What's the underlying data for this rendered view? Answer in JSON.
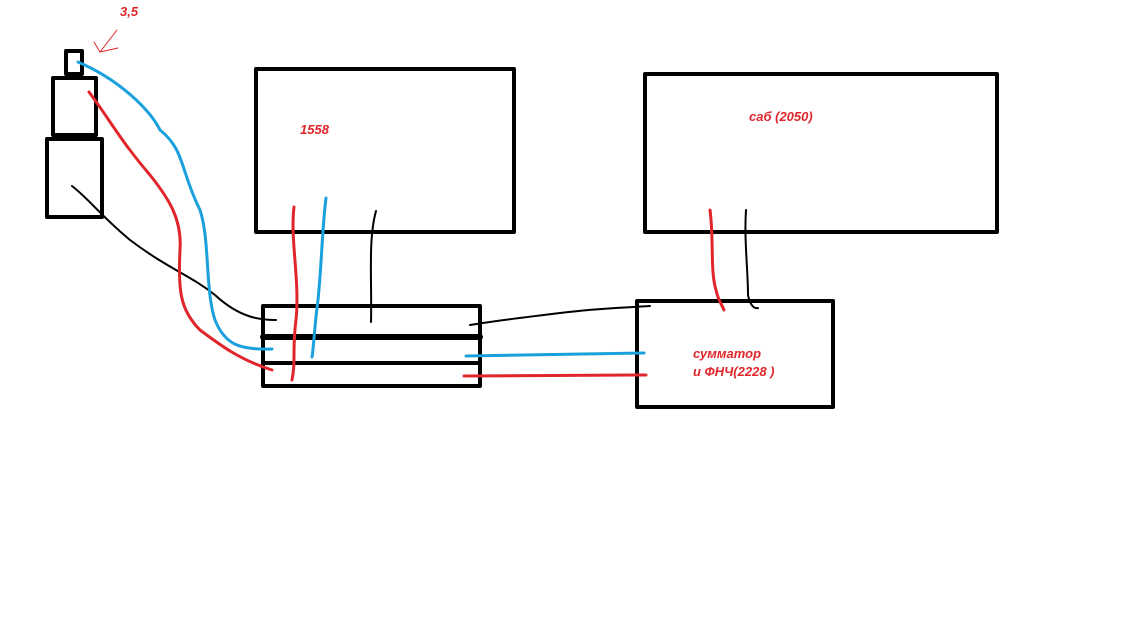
{
  "labels": {
    "jack": "3,5",
    "amp1": "1558",
    "sub": "саб (2050)",
    "mixer_line1": "сумматор",
    "mixer_line2": "и ФНЧ(2228 )"
  },
  "colors": {
    "black": "#000000",
    "red": "#e0262b",
    "blue": "#1aa0dc"
  }
}
